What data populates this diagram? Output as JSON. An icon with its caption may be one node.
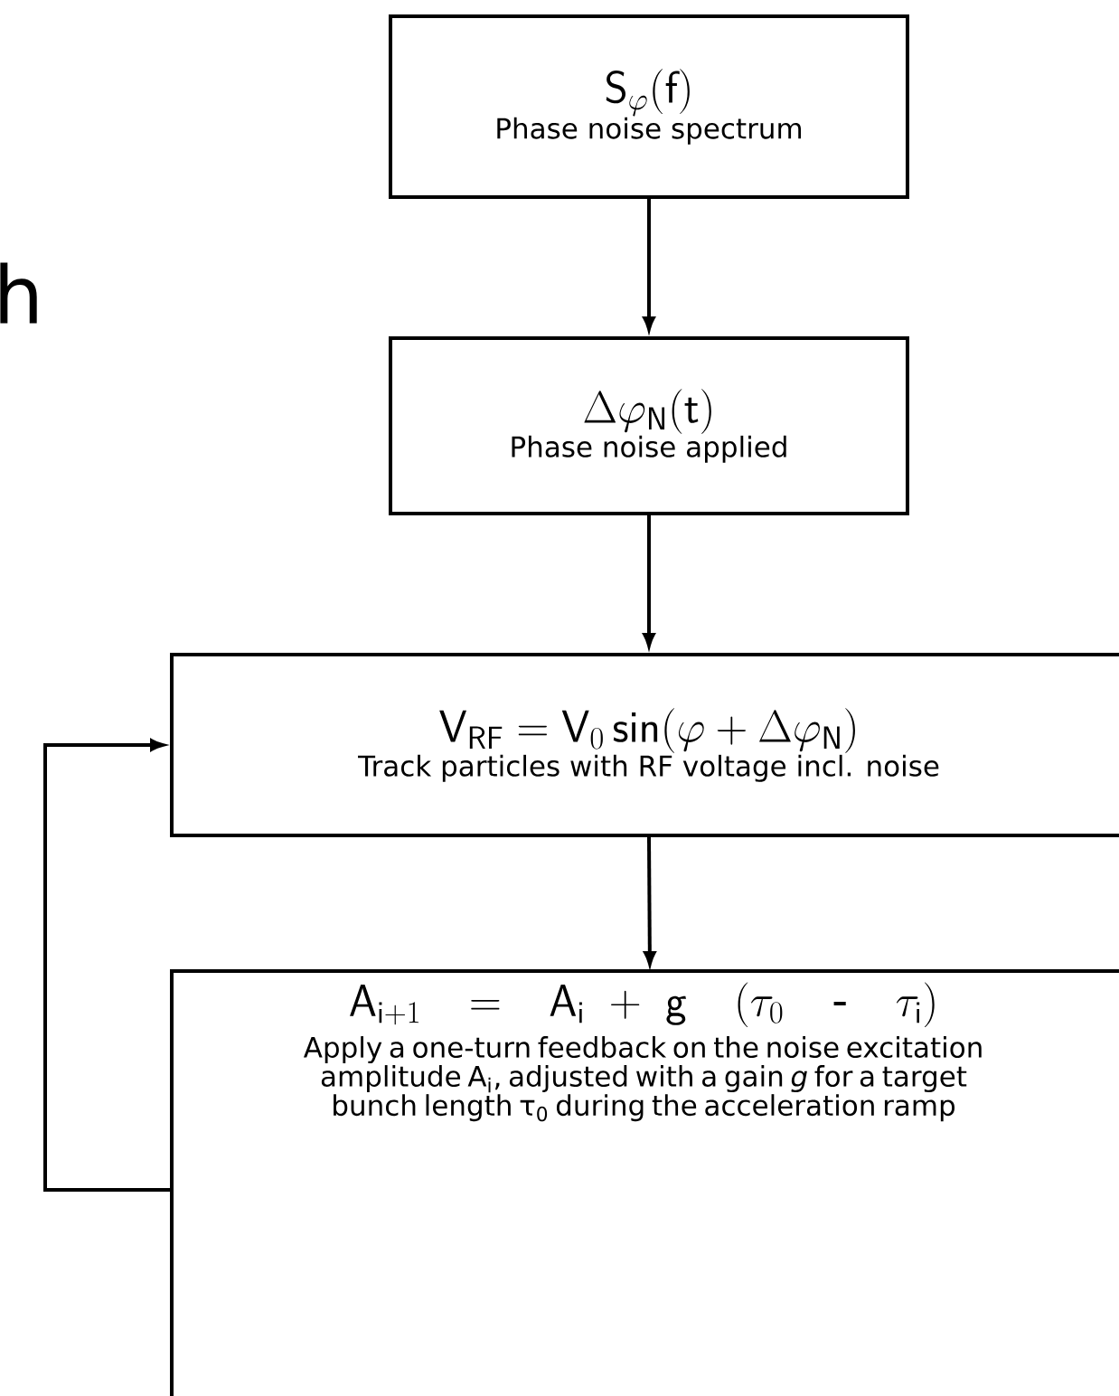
{
  "diagram": {
    "nodes": [
      {
        "text": [
          "\\mathsf{S}_{\\varphi}(\\mathsf{f})",
          "Phase noise spectrum"
        ]
      },
      {
        "text": [
          "\\Delta\\varphi_{\\mathsf{N}}(\\mathsf{t})",
          "Phase noise applied"
        ]
      },
      {
        "text": [
          "\\mathsf{V}_{\\mathsf{RF}} = \\mathsf{V}_{0}\\,\\mathsf{sin}(\\varphi + \\Delta\\varphi_{\\mathsf{N}})",
          "Track particles with RF voltage incl. noise"
        ]
      },
      {
        "text": [
          "\\mathsf{A}_{\\mathsf{i}+1} = \\mathsf{A}_{\\mathsf{i}} + \\mathsf{g}\\;(\\tau_{0}\\;\\text{-}\\;\\tau_{\\mathsf{i}})",
          "Apply a one-turn feedback on the noise excitation amplitude A$_{i}$, adjusted with a gain *g* for a target bunch length τ$_{0}$ during the acceleration ramp"
        ]
      }
    ],
    "edges": [
      {
        "from": 0,
        "to": 1,
        "arrow": "to"
      },
      {
        "from": 1,
        "to": 2,
        "arrow": "to"
      },
      {
        "from": 2,
        "to": 3,
        "arrow": "to"
      },
      {
        "from": 3,
        "to": 2,
        "arrow": "to"
      }
    ],
    "labels": [
      "h"
    ]
  }
}
